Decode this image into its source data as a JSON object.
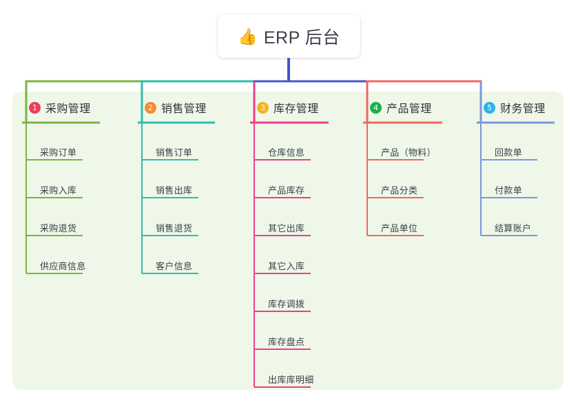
{
  "diagram": {
    "type": "mind-map",
    "root": {
      "icon": "thumbs-up-icon",
      "icon_glyph": "👍",
      "title": "ERP 后台"
    },
    "canvas_color": "#eef7e8",
    "root_stem_color": "#4355c8",
    "branches": [
      {
        "number": "1",
        "title": "采购管理",
        "badge_color": "#ef3d5c",
        "line_color": "#7cb342",
        "items": [
          "采购订单",
          "采购入库",
          "采购退货",
          "供应商信息"
        ]
      },
      {
        "number": "2",
        "title": "销售管理",
        "badge_color": "#f58a34",
        "line_color": "#2bbdae",
        "items": [
          "销售订单",
          "销售出库",
          "销售退货",
          "客户信息"
        ]
      },
      {
        "number": "3",
        "title": "库存管理",
        "badge_color": "#f5b321",
        "line_color": "#ec3d8b",
        "items": [
          "仓库信息",
          "产品库存",
          "其它出库",
          "其它入库",
          "库存调拨",
          "库存盘点",
          "出库库明细"
        ]
      },
      {
        "number": "4",
        "title": "产品管理",
        "badge_color": "#1bb04c",
        "line_color": "#f4645c",
        "items": [
          "产品（物料）",
          "产品分类",
          "产品单位"
        ]
      },
      {
        "number": "5",
        "title": "财务管理",
        "badge_color": "#2bb3e3",
        "line_color": "#7b96dd",
        "items": [
          "回款单",
          "付款单",
          "结算账户"
        ]
      }
    ]
  }
}
